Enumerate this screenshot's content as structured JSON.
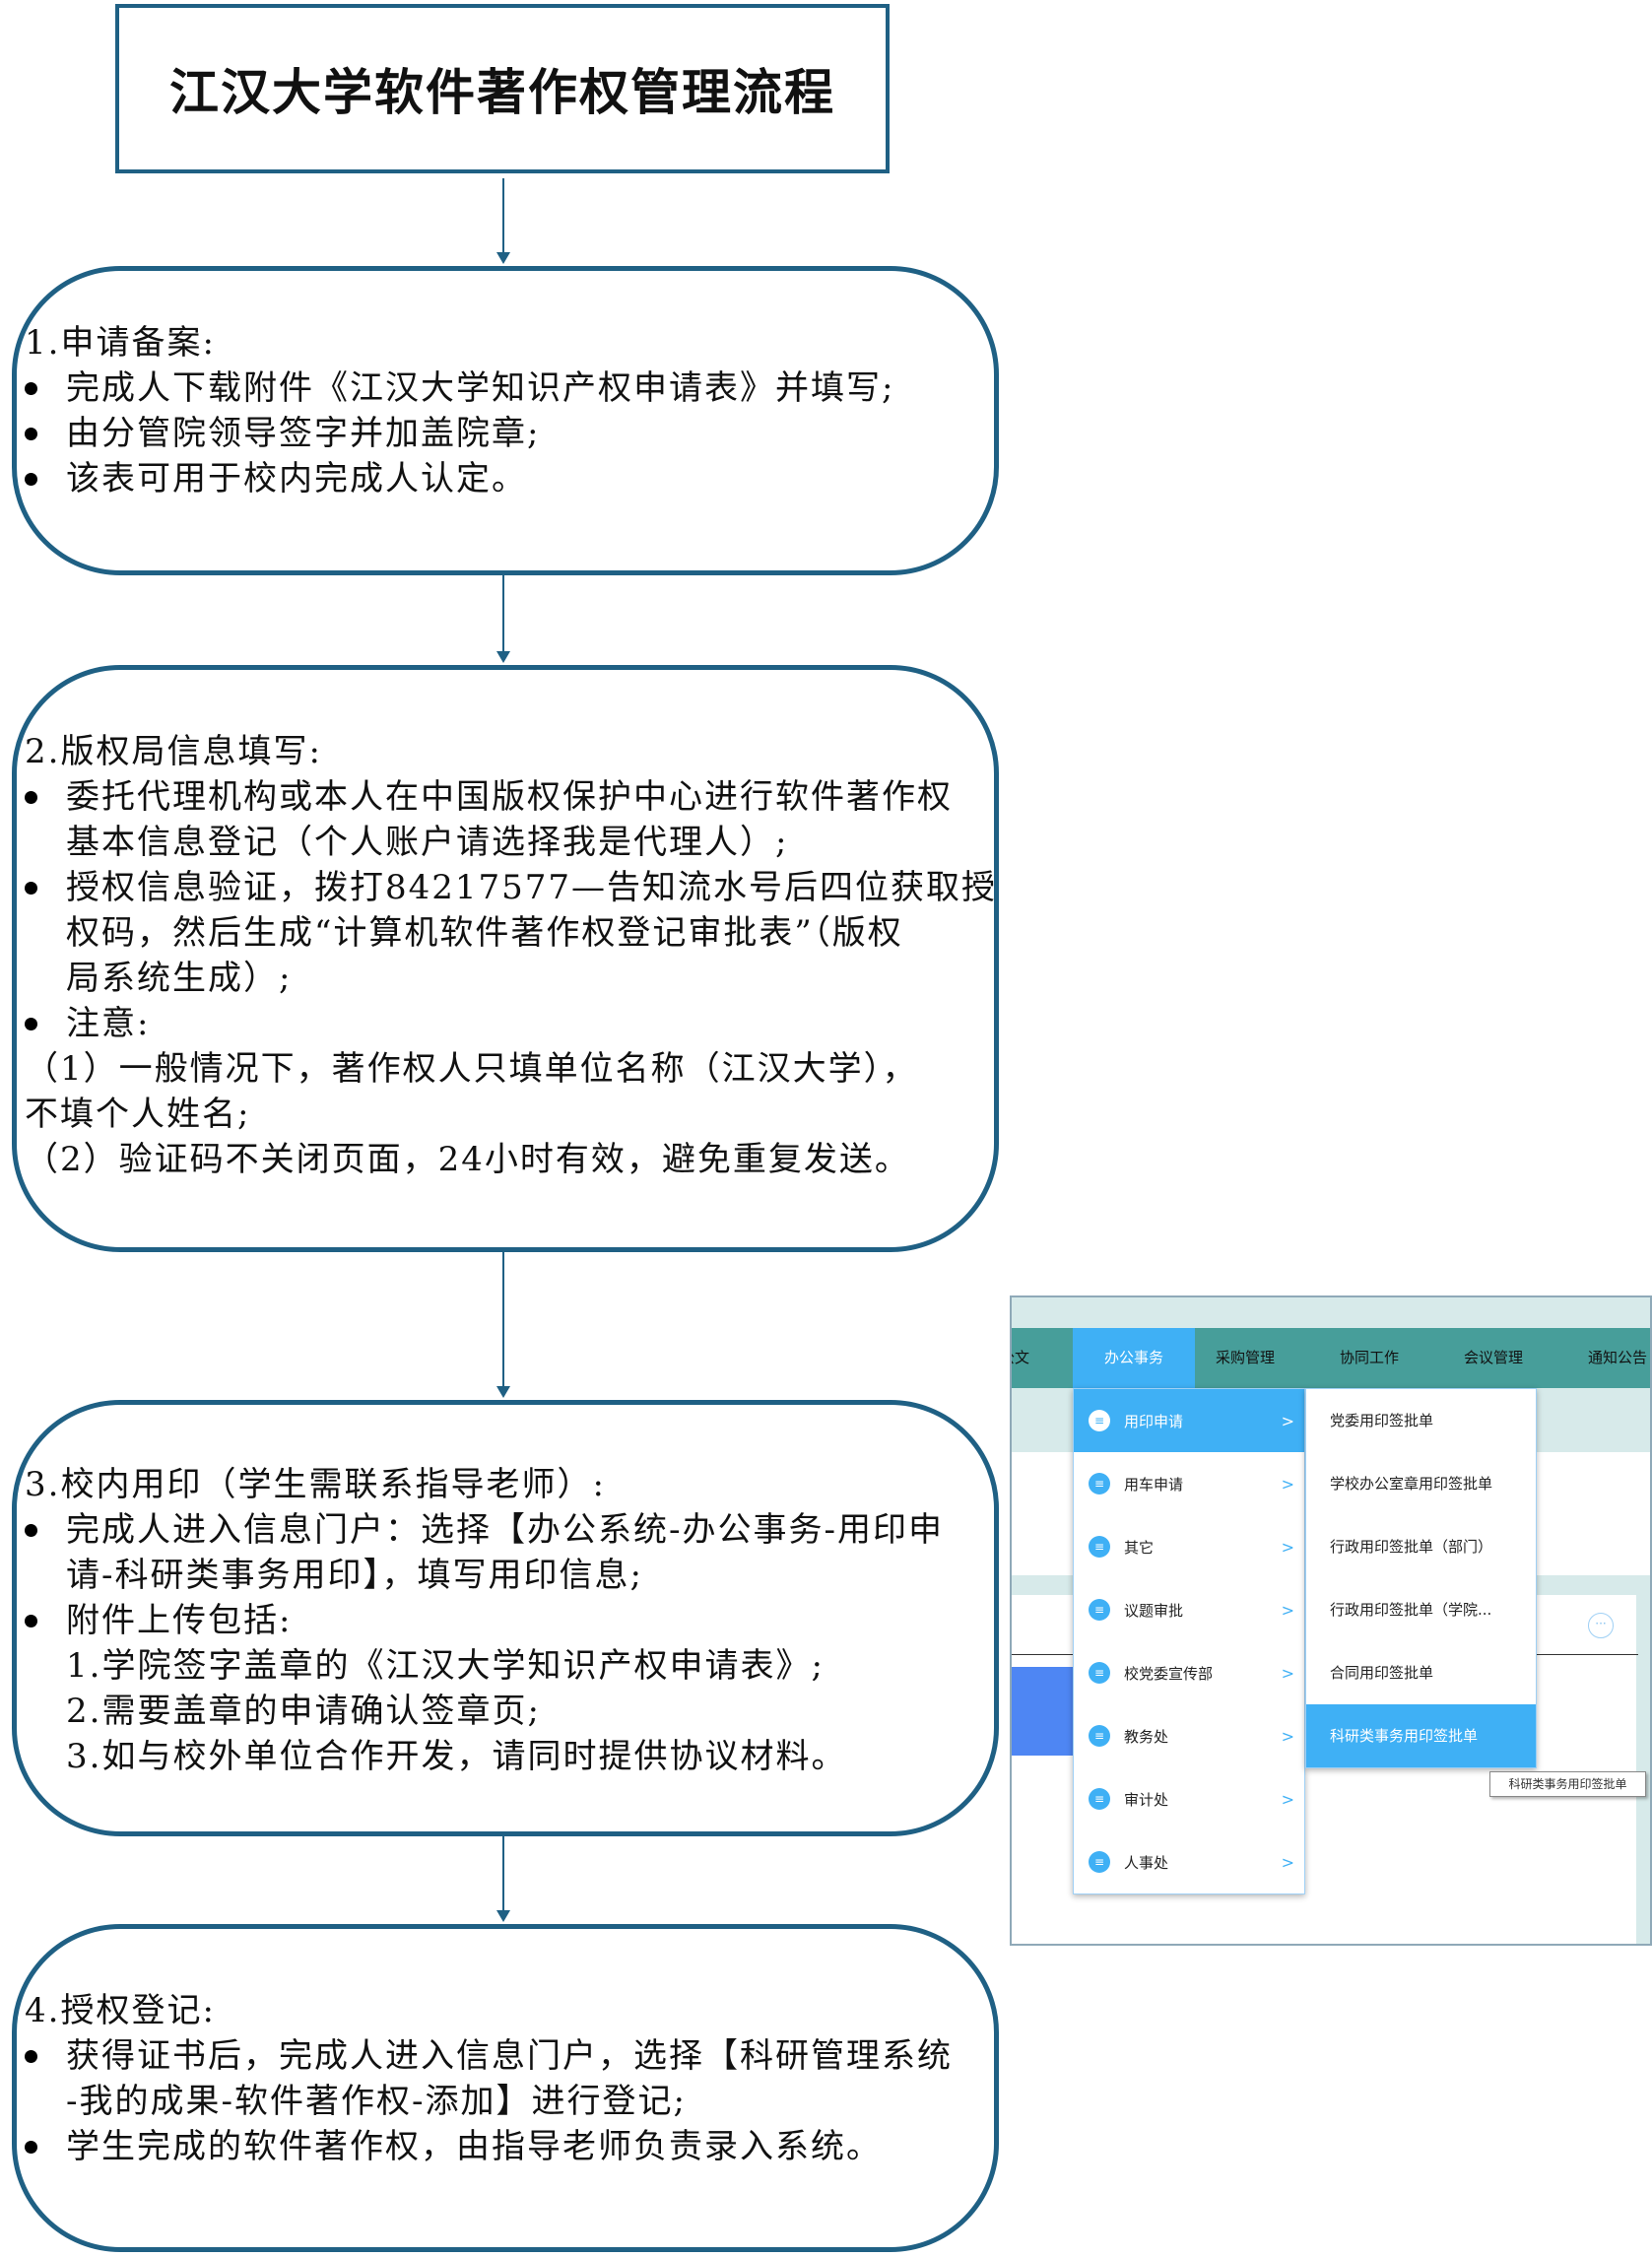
{
  "title": "江汉大学软件著作权管理流程",
  "steps": [
    {
      "lines": [
        {
          "type": "head",
          "text": "1.申请备案:"
        },
        {
          "type": "bullet",
          "text": "完成人下载附件《江汉大学知识产权申请表》并填写;"
        },
        {
          "type": "bullet",
          "text": "由分管院领导签字并加盖院章;"
        },
        {
          "type": "bullet",
          "text": "该表可用于校内完成人认定。"
        }
      ]
    },
    {
      "lines": [
        {
          "type": "head",
          "text": "2.版权局信息填写:"
        },
        {
          "type": "bullet",
          "text": "委托代理机构或本人在中国版权保护中心进行软件著作权"
        },
        {
          "type": "indent",
          "text": "基本信息登记（个人账户请选择我是代理人）;"
        },
        {
          "type": "bullet",
          "text": "授权信息验证，拨打84217577—告知流水号后四位获取授"
        },
        {
          "type": "indent",
          "text": "权码，然后生成“计算机软件著作权登记审批表”（版权"
        },
        {
          "type": "indent",
          "text": "局系统生成）;"
        },
        {
          "type": "bullet",
          "text": "注意:"
        },
        {
          "type": "head",
          "text": "（1）一般情况下，著作权人只填单位名称（江汉大学），"
        },
        {
          "type": "head",
          "text": "不填个人姓名;"
        },
        {
          "type": "head",
          "text": "（2）验证码不关闭页面，24小时有效，避免重复发送。"
        }
      ]
    },
    {
      "lines": [
        {
          "type": "head",
          "text": "3.校内用印（学生需联系指导老师）:"
        },
        {
          "type": "bullet",
          "text": "完成人进入信息门户：选择【办公系统-办公事务-用印申"
        },
        {
          "type": "indent",
          "text": "请-科研类事务用印】，填写用印信息;"
        },
        {
          "type": "bullet",
          "text": "附件上传包括:"
        },
        {
          "type": "indent",
          "text": "1.学院签字盖章的《江汉大学知识产权申请表》;"
        },
        {
          "type": "indent",
          "text": "2.需要盖章的申请确认签章页;"
        },
        {
          "type": "indent",
          "text": "3.如与校外单位合作开发，请同时提供协议材料。"
        }
      ]
    },
    {
      "lines": [
        {
          "type": "head",
          "text": "4.授权登记:"
        },
        {
          "type": "bullet",
          "text": "获得证书后，完成人进入信息门户，选择【科研管理系统"
        },
        {
          "type": "indent",
          "text": "-我的成果-软件著作权-添加】进行登记;"
        },
        {
          "type": "bullet",
          "text": "学生完成的软件著作权，由指导老师负责录入系统。"
        }
      ]
    }
  ],
  "screenshot": {
    "tabs": [
      "公文",
      "办公事务",
      "采购管理",
      "协同工作",
      "会议管理",
      "通知公告"
    ],
    "menu": [
      "用印申请",
      "用车申请",
      "其它",
      "议题审批",
      "校党委宣传部",
      "教务处",
      "审计处",
      "人事处"
    ],
    "submenu": [
      "党委用印签批单",
      "学校办公室章用印签批单",
      "行政用印签批单（部门）",
      "行政用印签批单（学院...",
      "合同用印签批单",
      "科研类事务用印签批单"
    ],
    "tooltip": "科研类事务用印签批单",
    "more_icon": "···",
    "chevron": ">",
    "list_icon": "≡"
  }
}
